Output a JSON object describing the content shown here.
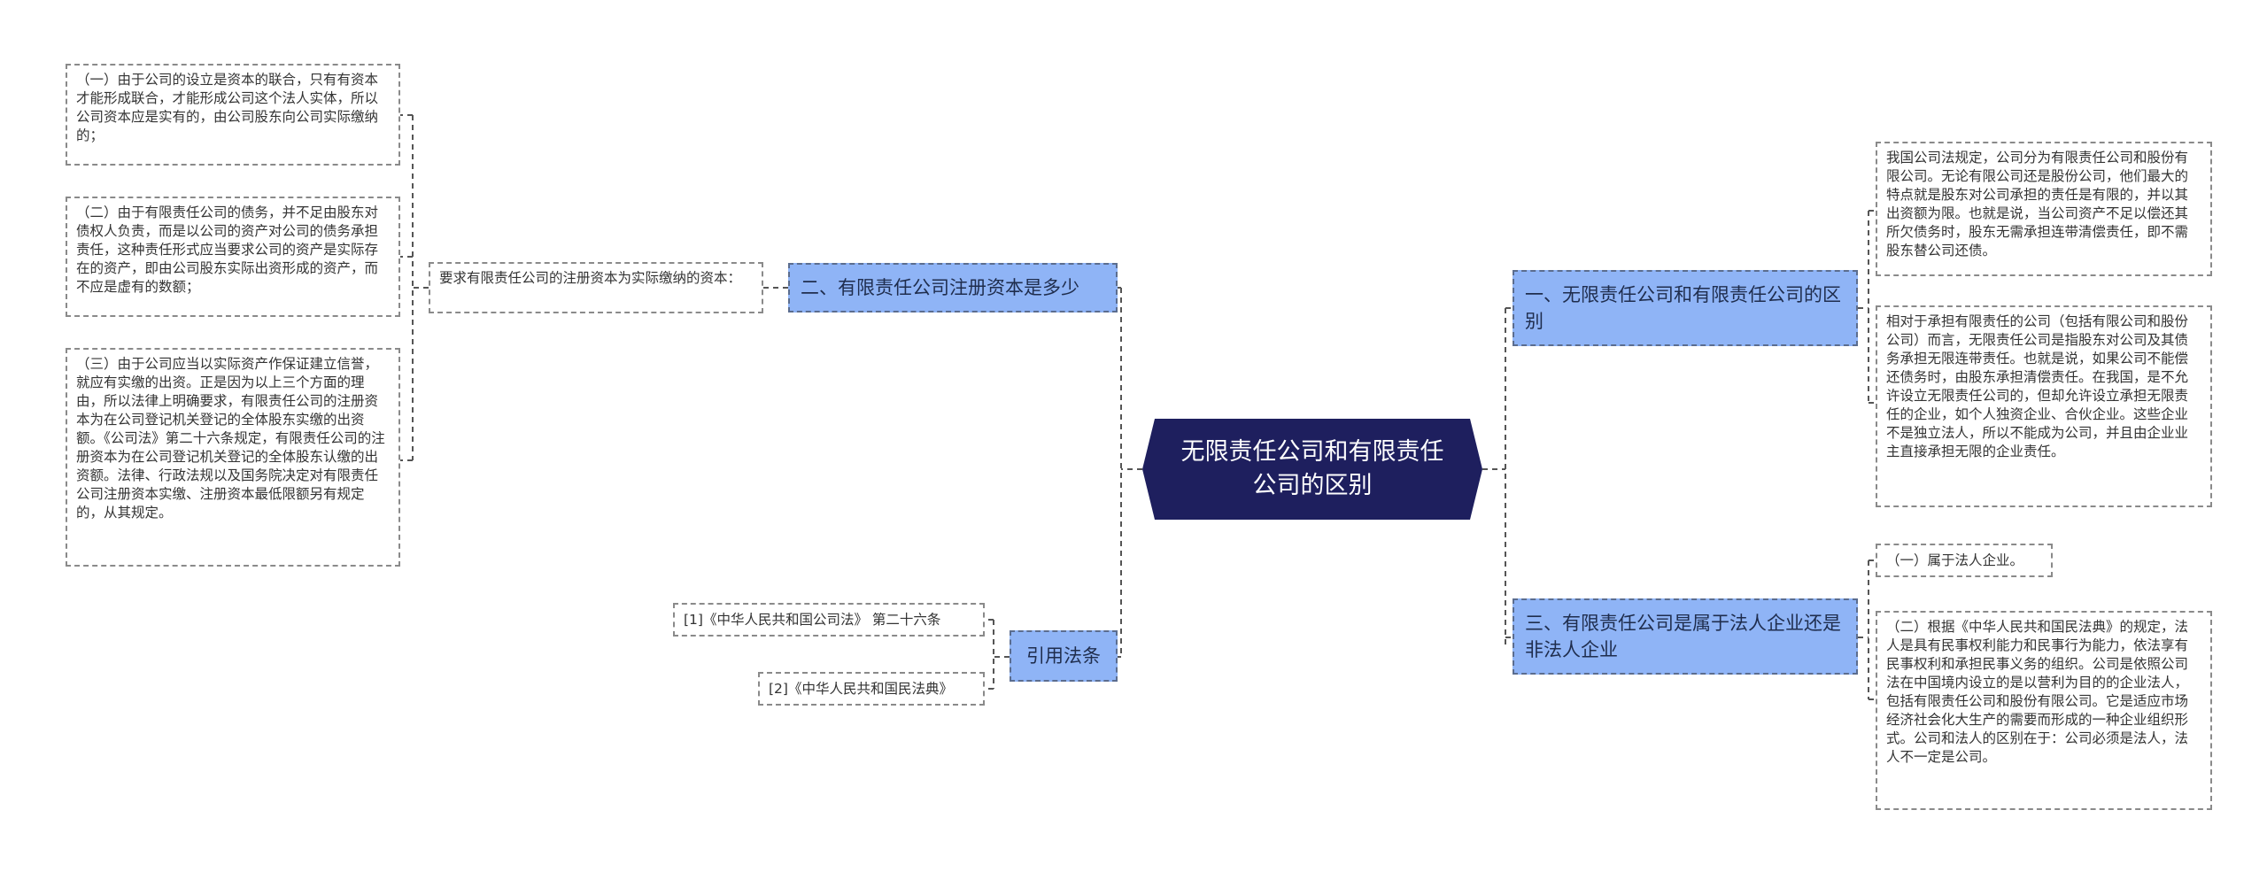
{
  "root": {
    "title": "无限责任公司和有限责任公司的区别"
  },
  "branches": {
    "b1": {
      "label": "一、无限责任公司和有限责任公司的区别",
      "leaves": [
        "我国公司法规定，公司分为有限责任公司和股份有限公司。无论有限公司还是股份公司，他们最大的特点就是股东对公司承担的责任是有限的，并以其出资额为限。也就是说，当公司资产不足以偿还其所欠债务时，股东无需承担连带清偿责任，即不需股东替公司还债。",
        "相对于承担有限责任的公司（包括有限公司和股份公司）而言，无限责任公司是指股东对公司及其债务承担无限连带责任。也就是说，如果公司不能偿还债务时，由股东承担清偿责任。在我国，是不允许设立无限责任公司的，但却允许设立承担无限责任的企业，如个人独资企业、合伙企业。这些企业不是独立法人，所以不能成为公司，并且由企业业主直接承担无限的企业责任。"
      ]
    },
    "b2": {
      "label": "二、有限责任公司注册资本是多少",
      "mid": "要求有限责任公司的注册资本为实际缴纳的资本：",
      "leaves": [
        "（一）由于公司的设立是资本的联合，只有有资本才能形成联合，才能形成公司这个法人实体，所以公司资本应是实有的，由公司股东向公司实际缴纳的；",
        "（二）由于有限责任公司的债务，并不足由股东对债权人负责，而是以公司的资产对公司的债务承担责任，这种责任形式应当要求公司的资产是实际存在的资产，即由公司股东实际出资形成的资产，而不应是虚有的数额；",
        "（三）由于公司应当以实际资产作保证建立信誉，就应有实缴的出资。正是因为以上三个方面的理由，所以法律上明确要求，有限责任公司的注册资本为在公司登记机关登记的全体股东实缴的出资额。《公司法》第二十六条规定，有限责任公司的注册资本为在公司登记机关登记的全体股东认缴的出资额。法律、行政法规以及国务院决定对有限责任公司注册资本实缴、注册资本最低限额另有规定的，从其规定。"
      ]
    },
    "b3": {
      "label": "三、有限责任公司是属于法人企业还是非法人企业",
      "leaves": [
        "（一）属于法人企业。",
        "（二）根据《中华人民共和国民法典》的规定，法人是具有民事权利能力和民事行为能力，依法享有民事权利和承担民事义务的组织。公司是依照公司法在中国境内设立的是以营利为目的的企业法人，包括有限责任公司和股份有限公司。它是适应市场经济社会化大生产的需要而形成的一种企业组织形式。公司和法人的区别在于：公司必须是法人，法人不一定是公司。"
      ]
    },
    "b4": {
      "label": "引用法条",
      "leaves": [
        "[1]《中华人民共和国公司法》 第二十六条",
        "[2]《中华人民共和国民法典》"
      ]
    }
  },
  "colors": {
    "root_fill": "#1e1f5e",
    "branch_fill": "#8fb4f6",
    "branch_border": "#5b6d8f",
    "leaf_border": "#8a8a8a",
    "line": "#555555"
  }
}
